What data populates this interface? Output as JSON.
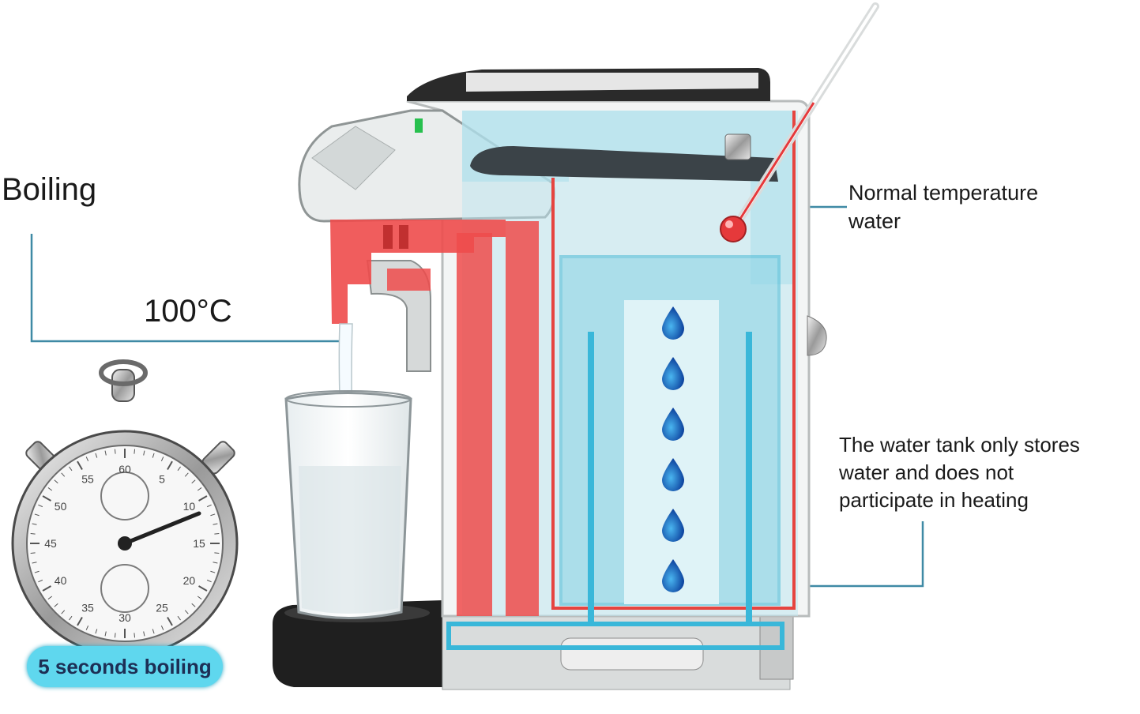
{
  "labels": {
    "boiling": "Boiling",
    "temperature": "100°C",
    "normal_line1": "Normal temperature",
    "normal_line2": "water",
    "tank_line1": "The water tank only stores",
    "tank_line2": "water and does not",
    "tank_line3": "participate in heating",
    "badge": "5 seconds boiling"
  },
  "stopwatch": {
    "dial_numbers": [
      "60",
      "5",
      "10",
      "15",
      "20",
      "25",
      "30",
      "35",
      "40",
      "45",
      "50",
      "55"
    ]
  },
  "colors": {
    "hot": "#ee4b4b",
    "cool": "#8fd5e6",
    "cool_tank": "#bfe6ef",
    "accent": "#5fd7ee",
    "leader_line": "#3f8aa5"
  },
  "icons": [
    "stopwatch-icon",
    "water-drop-icon",
    "thermometer-icon",
    "glass-icon"
  ]
}
